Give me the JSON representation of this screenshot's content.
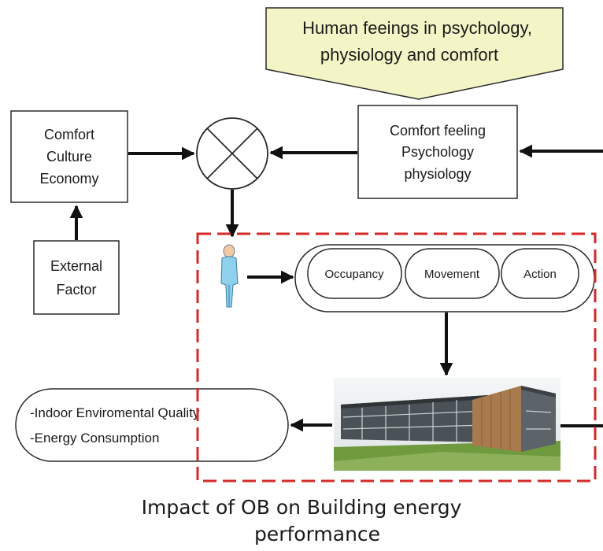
{
  "callout": {
    "line1": "Human feeings in psychology,",
    "line2": "physiology and comfort"
  },
  "comfort_box": {
    "line1": "Comfort",
    "line2": "Culture",
    "line3": "Economy"
  },
  "feeling_box": {
    "line1": "Comfort feeling",
    "line2": "Psychology",
    "line3": "physiology"
  },
  "external_box": {
    "line1": "External",
    "line2": "Factor"
  },
  "behaviour_pills": {
    "occupancy": "Occupancy",
    "movement": "Movement",
    "action": "Action"
  },
  "outcome": {
    "line1": "-Indoor Enviromental Quality",
    "line2": "-Energy Consumption"
  },
  "caption": {
    "line1": "Impact of OB on Building energy",
    "line2": "performance"
  },
  "colors": {
    "callout_fill": "#f3f5c6",
    "dashed_frame": "#d42a2a",
    "person": "#8fd0ec",
    "stroke": "#2a2a2a"
  }
}
